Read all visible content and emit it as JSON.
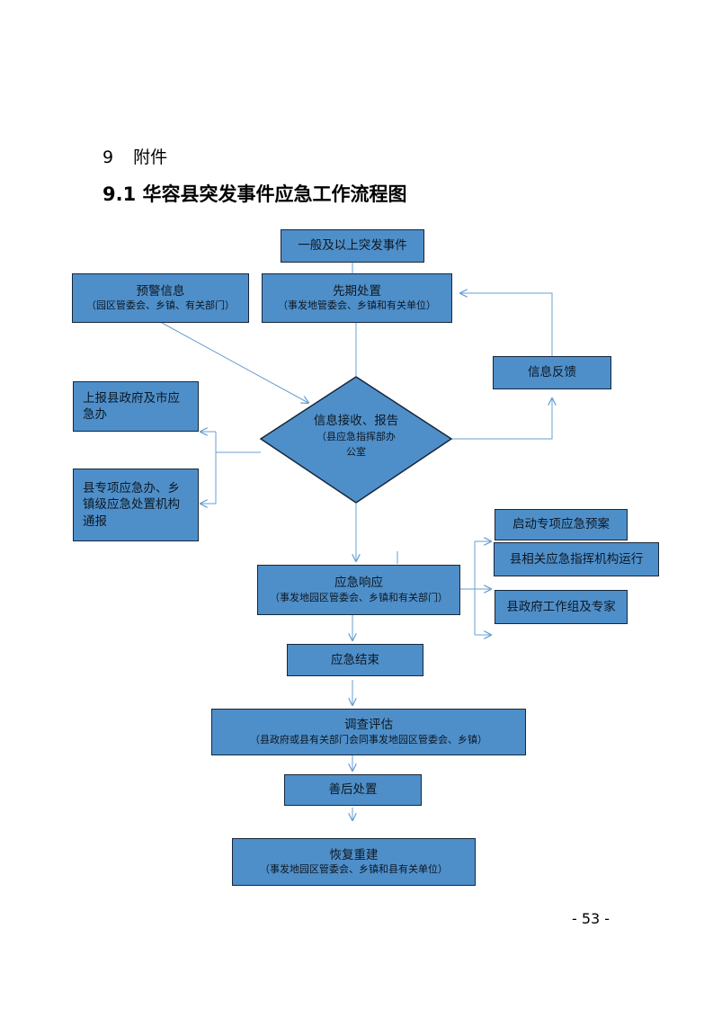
{
  "section": {
    "number": "9",
    "label": "附件"
  },
  "title": "9.1  华容县突发事件应急工作流程图",
  "nodes": {
    "event": {
      "label": "一般及以上突发事件"
    },
    "warning": {
      "label": "预警信息",
      "sub": "（园区管委会、乡镇、有关部门）"
    },
    "initial": {
      "label": "先期处置",
      "sub": "（事发地管委会、乡镇和有关单位）"
    },
    "feedback": {
      "label": "信息反馈"
    },
    "report_up": {
      "label": "上报县政府及市应急办"
    },
    "report_down": {
      "label": "县专项应急办、乡镇级应急处置机构通报"
    },
    "receive": {
      "label": "信息接收、报告",
      "sub1": "（县应急指挥部办",
      "sub2": "公室"
    },
    "plan": {
      "label": "启动专项应急预案"
    },
    "command": {
      "label": "县相关应急指挥机构运行"
    },
    "team": {
      "label": "县政府工作组及专家"
    },
    "response": {
      "label": "应急响应",
      "sub": "（事发地园区管委会、乡镇和有关部门）"
    },
    "end": {
      "label": "应急结束"
    },
    "assess": {
      "label": "调查评估",
      "sub": "（县政府或县有关部门会同事发地园区管委会、乡镇）"
    },
    "aftermath": {
      "label": "善后处置"
    },
    "rebuild": {
      "label": "恢复重建",
      "sub": "（事发地园区管委会、乡镇和县有关单位）"
    }
  },
  "colors": {
    "box_fill": "#4f8fc9",
    "box_border": "#16263a",
    "arrow": "#6a9fd0"
  },
  "page_number": "- 53 -"
}
